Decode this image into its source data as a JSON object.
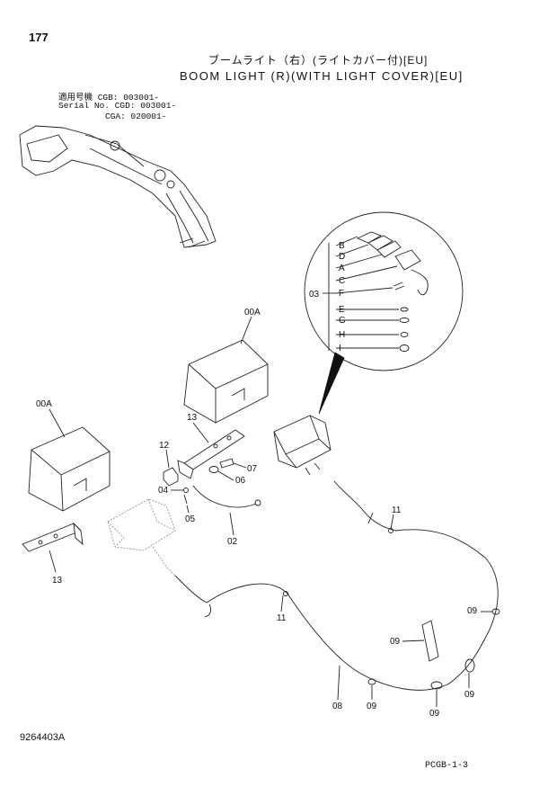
{
  "page": {
    "number": "177",
    "title_jp": "ブームライト（右）(ライトカバー付)[EU]",
    "title_en": "BOOM LIGHT (R)(WITH LIGHT COVER)[EU]",
    "serial_lines": [
      "適用号機 CGB: 003001-",
      "Serial No. CGD: 003001-",
      "CGA: 020001-"
    ],
    "drawing_number": "9264403A",
    "catalog_code": "PCGB-1-3"
  },
  "callouts": {
    "c00A_upper": "00A",
    "c00A_left": "00A",
    "c13_upper": "13",
    "c13_lower": "13",
    "c12": "12",
    "c07": "07",
    "c06": "06",
    "c04": "04",
    "c05": "05",
    "c02": "02",
    "c11_upper": "11",
    "c11_lower": "11",
    "c09_right": "09",
    "c09_mid": "09",
    "c09_right_low": "09",
    "c09_bottom_a": "09",
    "c09_bottom_b": "09",
    "c08": "08",
    "c03": "03"
  },
  "detail_letters": [
    "B",
    "D",
    "A",
    "C",
    "F",
    "E",
    "G",
    "H",
    "I"
  ]
}
